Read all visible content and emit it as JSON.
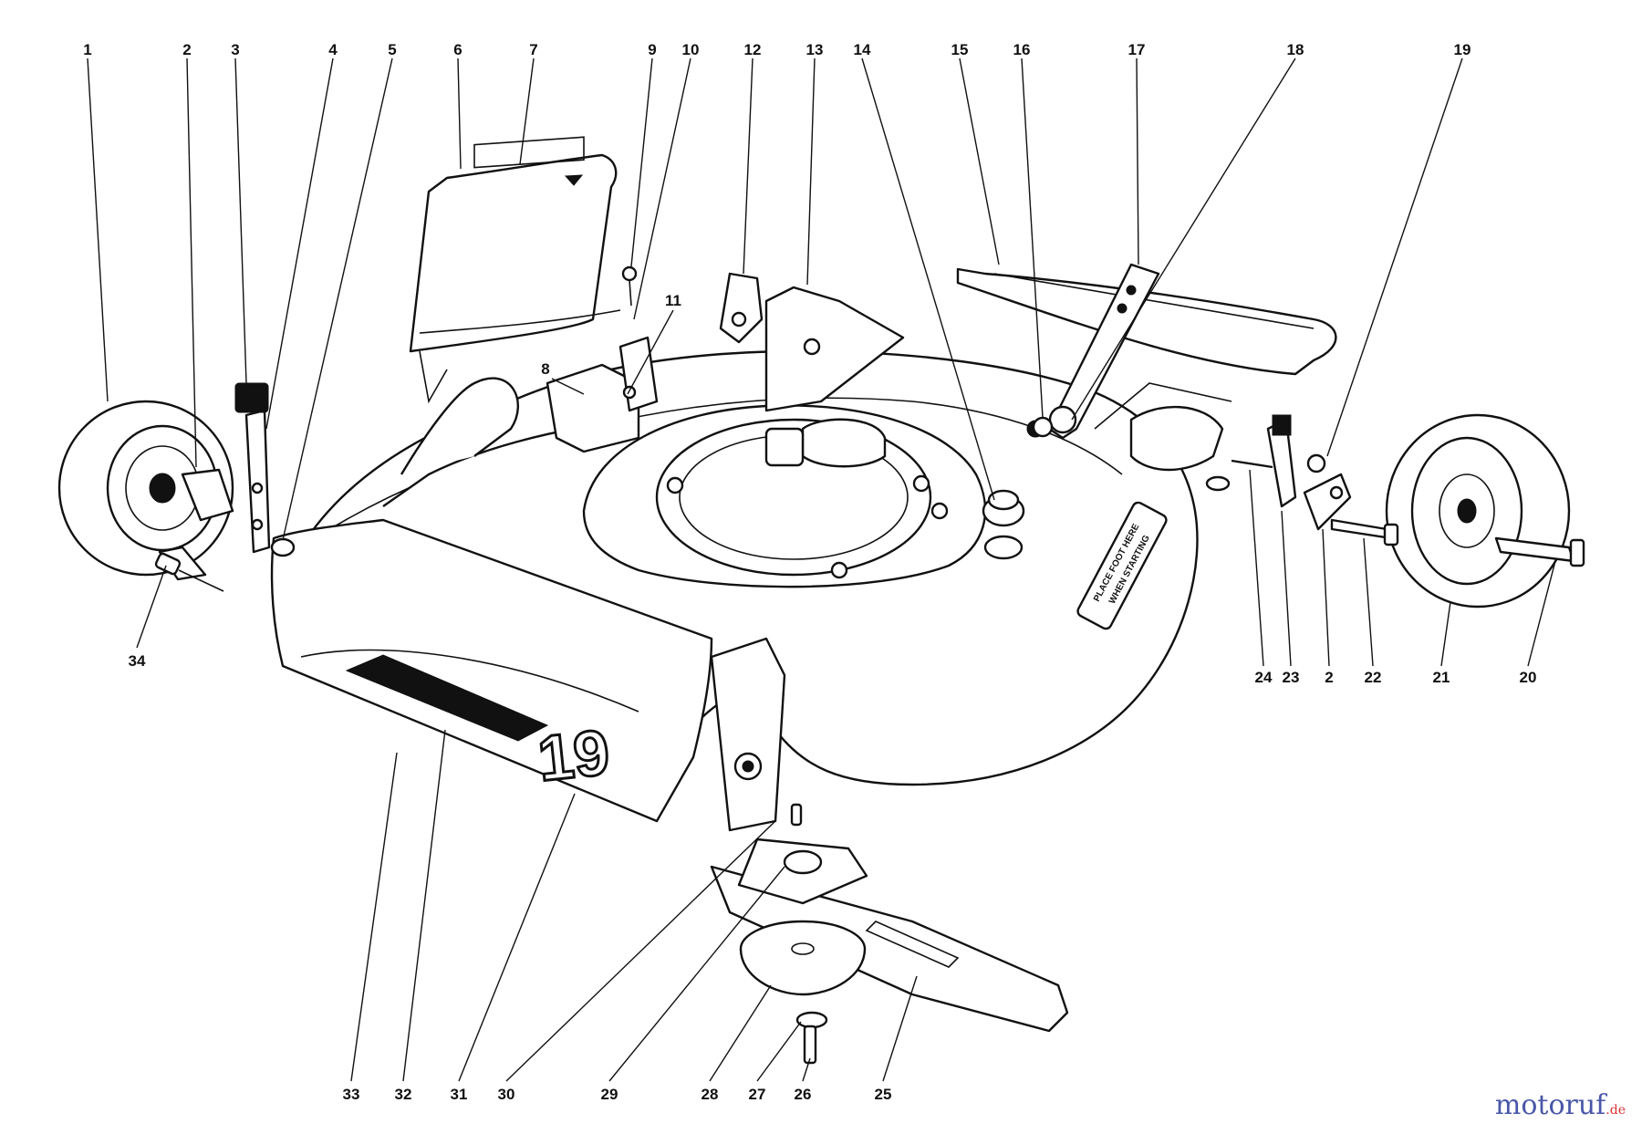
{
  "callouts": [
    {
      "n": "1"
    },
    {
      "n": "2"
    },
    {
      "n": "3"
    },
    {
      "n": "4"
    },
    {
      "n": "5"
    },
    {
      "n": "6"
    },
    {
      "n": "7"
    },
    {
      "n": "9"
    },
    {
      "n": "10"
    },
    {
      "n": "11"
    },
    {
      "n": "8"
    },
    {
      "n": "12"
    },
    {
      "n": "13"
    },
    {
      "n": "14"
    },
    {
      "n": "15"
    },
    {
      "n": "16"
    },
    {
      "n": "17"
    },
    {
      "n": "18"
    },
    {
      "n": "19"
    },
    {
      "n": "34"
    },
    {
      "n": "24"
    },
    {
      "n": "23"
    },
    {
      "n": "2"
    },
    {
      "n": "22"
    },
    {
      "n": "21"
    },
    {
      "n": "20"
    },
    {
      "n": "33"
    },
    {
      "n": "32"
    },
    {
      "n": "31"
    },
    {
      "n": "30"
    },
    {
      "n": "29"
    },
    {
      "n": "28"
    },
    {
      "n": "27"
    },
    {
      "n": "26"
    },
    {
      "n": "25"
    }
  ],
  "decals": {
    "housing_number": "19",
    "foot_decal_line1": "PLACE FOOT HERE",
    "foot_decal_line2": "WHEN STARTING"
  },
  "watermark": {
    "main": "motoruf",
    "suffix": ".de"
  },
  "colors": {
    "line": "#111111",
    "watermark_main": "#4a57a8",
    "watermark_suffix": "#dd3333"
  }
}
